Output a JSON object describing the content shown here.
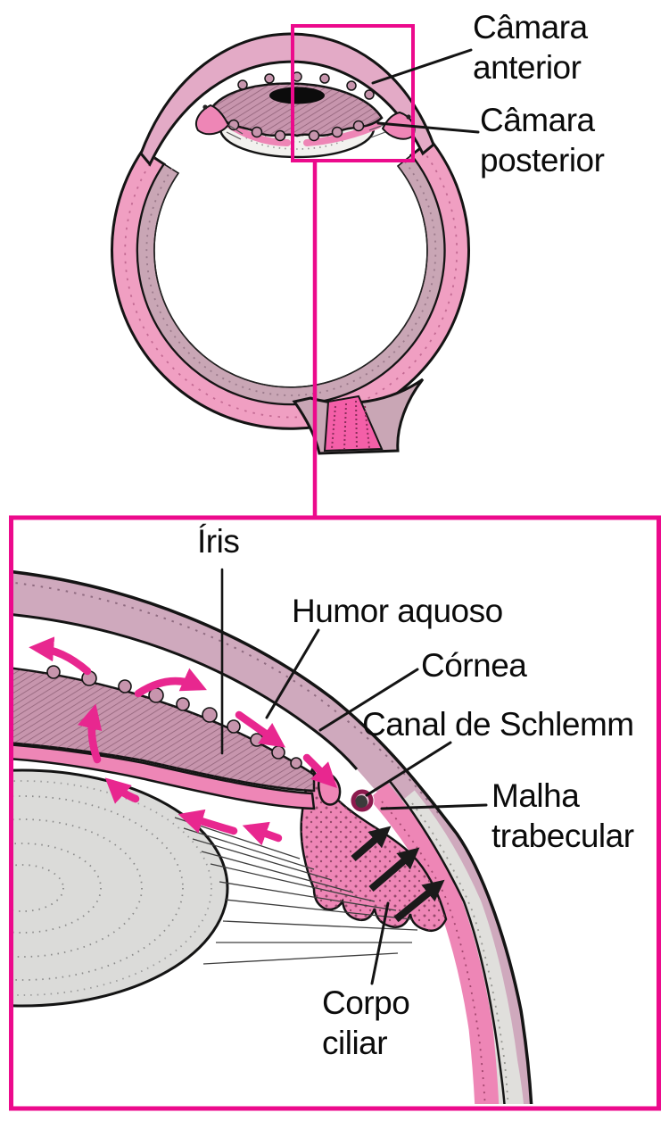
{
  "figure": {
    "type": "anatomical-diagram",
    "subject": "Eye cross-section with magnified view of aqueous humor circulation",
    "language": "pt",
    "overview_labels": {
      "camara_anterior": "Câmara\nanterior",
      "camara_posterior": "Câmara\nposterior"
    },
    "detail_labels": {
      "iris": "Íris",
      "humor_aquoso": "Humor aquoso",
      "cornea": "Córnea",
      "canal_schlemm": "Canal de Schlemm",
      "malha_trabecular": "Malha\ntrabecular",
      "corpo_ciliar": "Corpo\nciliar"
    },
    "colors": {
      "accent_magenta": "#ec0a8c",
      "flow_arrow_pink": "#e8278f",
      "outflow_arrow_black": "#1a1a1a",
      "cornea_mauve": "#cfa9bd",
      "sclera_ring_pink": "#f09fc2",
      "inner_coat_mauve": "#c9a6b5",
      "ciliary_pink": "#ee86b6",
      "iris_fill": "#c795ad",
      "lens_gray": "#dbdbd9",
      "sclera_gray": "#e0dfdc",
      "optic_nerve_core": "#f45fa8",
      "schlemm_ring": "#8b1a4d",
      "line_black": "#141414",
      "label_text": "#0b0b0b"
    }
  }
}
